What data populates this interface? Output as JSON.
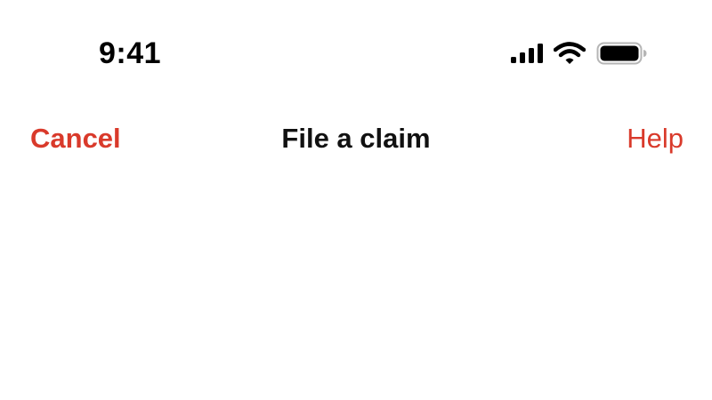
{
  "status_bar": {
    "time": "9:41",
    "icons": [
      "cellular-signal-icon",
      "wifi-icon",
      "battery-icon"
    ]
  },
  "nav_bar": {
    "cancel_label": "Cancel",
    "title": "File a claim",
    "help_label": "Help"
  },
  "colors": {
    "accent": "#d93a2b",
    "text": "#111111",
    "background": "#ffffff"
  }
}
